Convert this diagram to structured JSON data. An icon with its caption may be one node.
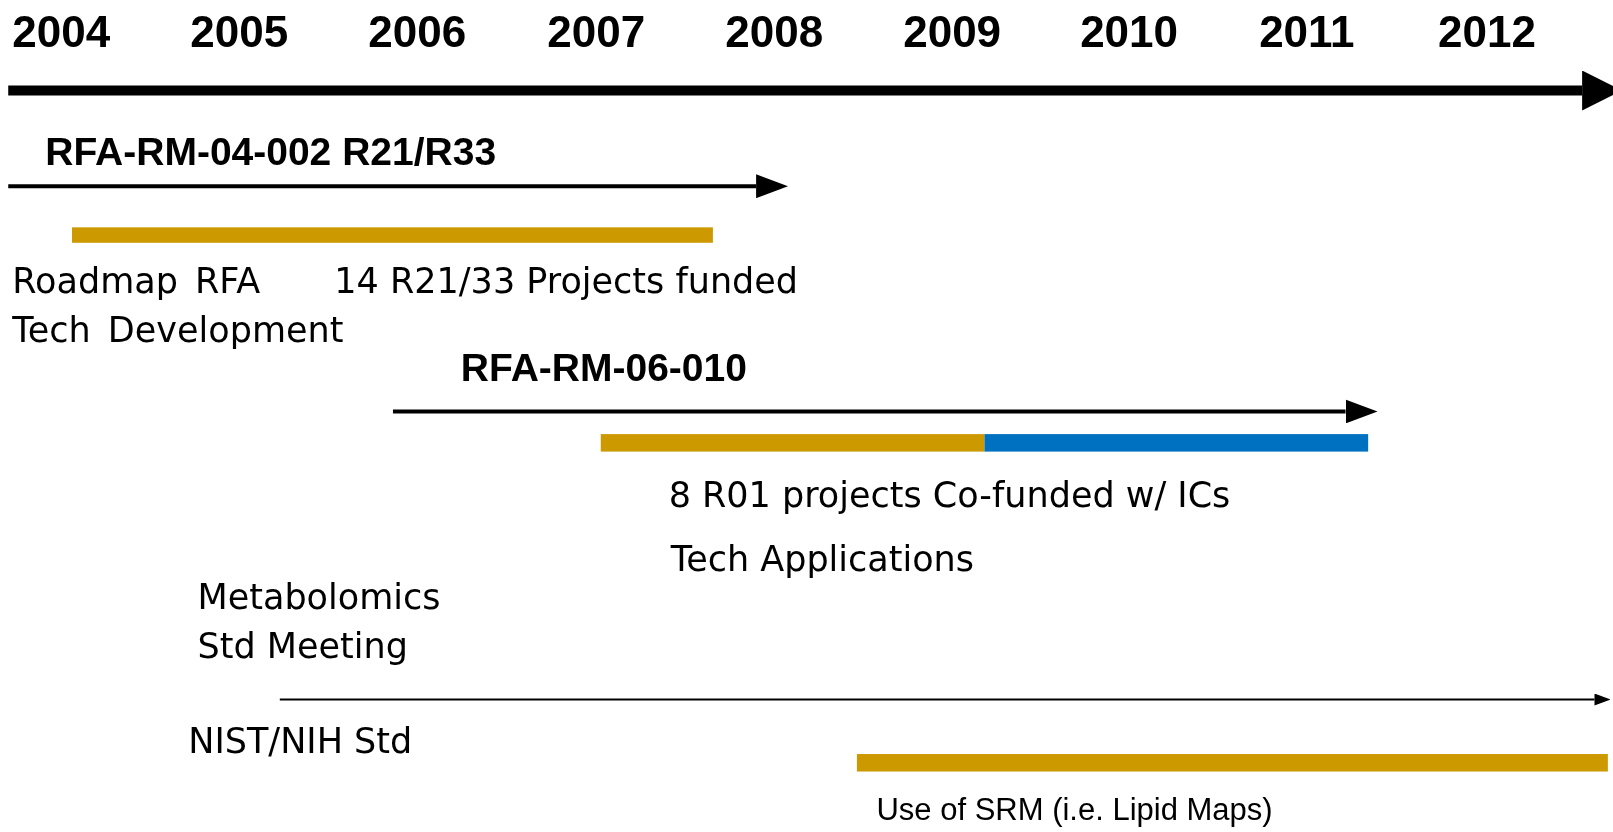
{
  "diagram": {
    "nodes": [
      {
        "text": [],
        "shape": "bar"
      },
      {
        "text": [],
        "shape": "bar"
      },
      {
        "text": [],
        "shape": "bar"
      },
      {
        "text": [],
        "shape": "bar",
        "beside": [
          "Use of SRM (i.e. Lipid Maps)"
        ]
      }
    ],
    "labels": [
      "2004",
      "2005",
      "2006",
      "2007",
      "2008",
      "2009",
      "2010",
      "2011",
      "2012",
      "RFA-RM-04-002 R21/R33",
      "Roadmap RFA Tech Development",
      "14 R21/33 Projects funded",
      "RFA-RM-06-010",
      "8 R01 projects Co-funded w/ ICs",
      "Tech Applications",
      "Metabolomics Std Meeting",
      "NIST/NIH Std"
    ]
  }
}
